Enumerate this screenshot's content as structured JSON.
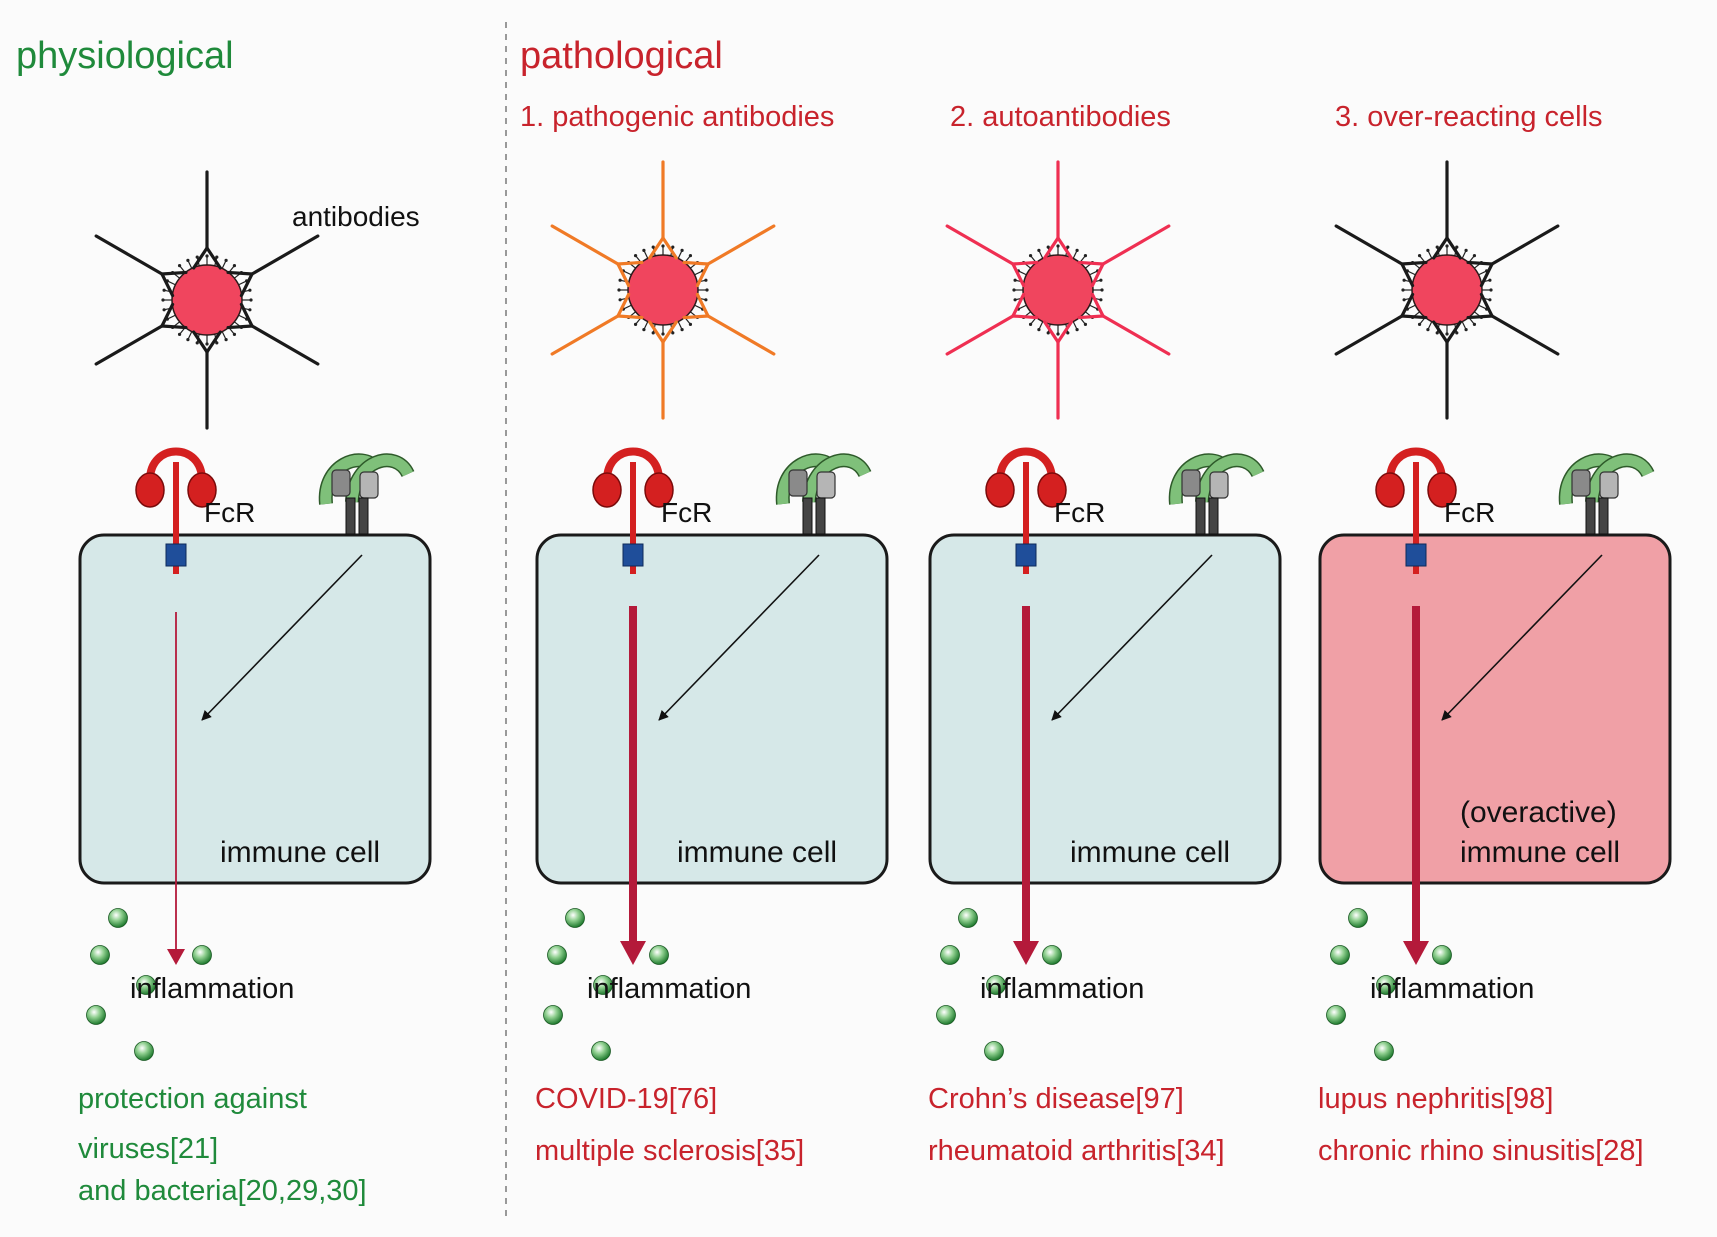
{
  "colors": {
    "green": "#1f8a3b",
    "red": "#c8232c",
    "pathogen": "#f0455e",
    "antibody_normal": "#1a1a1a",
    "antibody_pathogenic": "#f07a26",
    "antibody_auto": "#ef2f52",
    "cell_normal": "#d6e8e8",
    "cell_overactive": "#f0a0a6",
    "fcr_red": "#d42020",
    "fcr_box": "#1f4e9a",
    "receptor_green": "#7fc07a",
    "signal_arrow": "#b41a3a"
  },
  "headers": {
    "physiological": "physiological",
    "pathological": "pathological"
  },
  "labels": {
    "antibodies": "antibodies",
    "fcr": "FcR",
    "immune_cell": "immune cell",
    "overactive": "(overactive)",
    "inflammation": "inflammation"
  },
  "panels": [
    {
      "heading": "",
      "antibody_icon": "antibody-normal",
      "cell_state": "normal",
      "signal_strength": "weak",
      "outcome_color": "green",
      "outcomes": [
        "protection against",
        "viruses[21]",
        "and bacteria[20,29,30]"
      ]
    },
    {
      "heading": "1. pathogenic antibodies",
      "antibody_icon": "antibody-pathogenic",
      "cell_state": "normal",
      "signal_strength": "strong",
      "outcome_color": "red",
      "outcomes": [
        "COVID-19[76]",
        "multiple sclerosis[35]"
      ]
    },
    {
      "heading": "2. autoantibodies",
      "antibody_icon": "antibody-auto",
      "cell_state": "normal",
      "signal_strength": "strong",
      "outcome_color": "red",
      "outcomes": [
        "Crohn’s disease[97]",
        "rheumatoid arthritis[34]"
      ]
    },
    {
      "heading": "3. over-reacting cells",
      "antibody_icon": "antibody-normal",
      "cell_state": "overactive",
      "signal_strength": "strong",
      "outcome_color": "red",
      "outcomes": [
        "lupus nephritis[98]",
        "chronic rhino sinusitis[28]"
      ]
    }
  ]
}
